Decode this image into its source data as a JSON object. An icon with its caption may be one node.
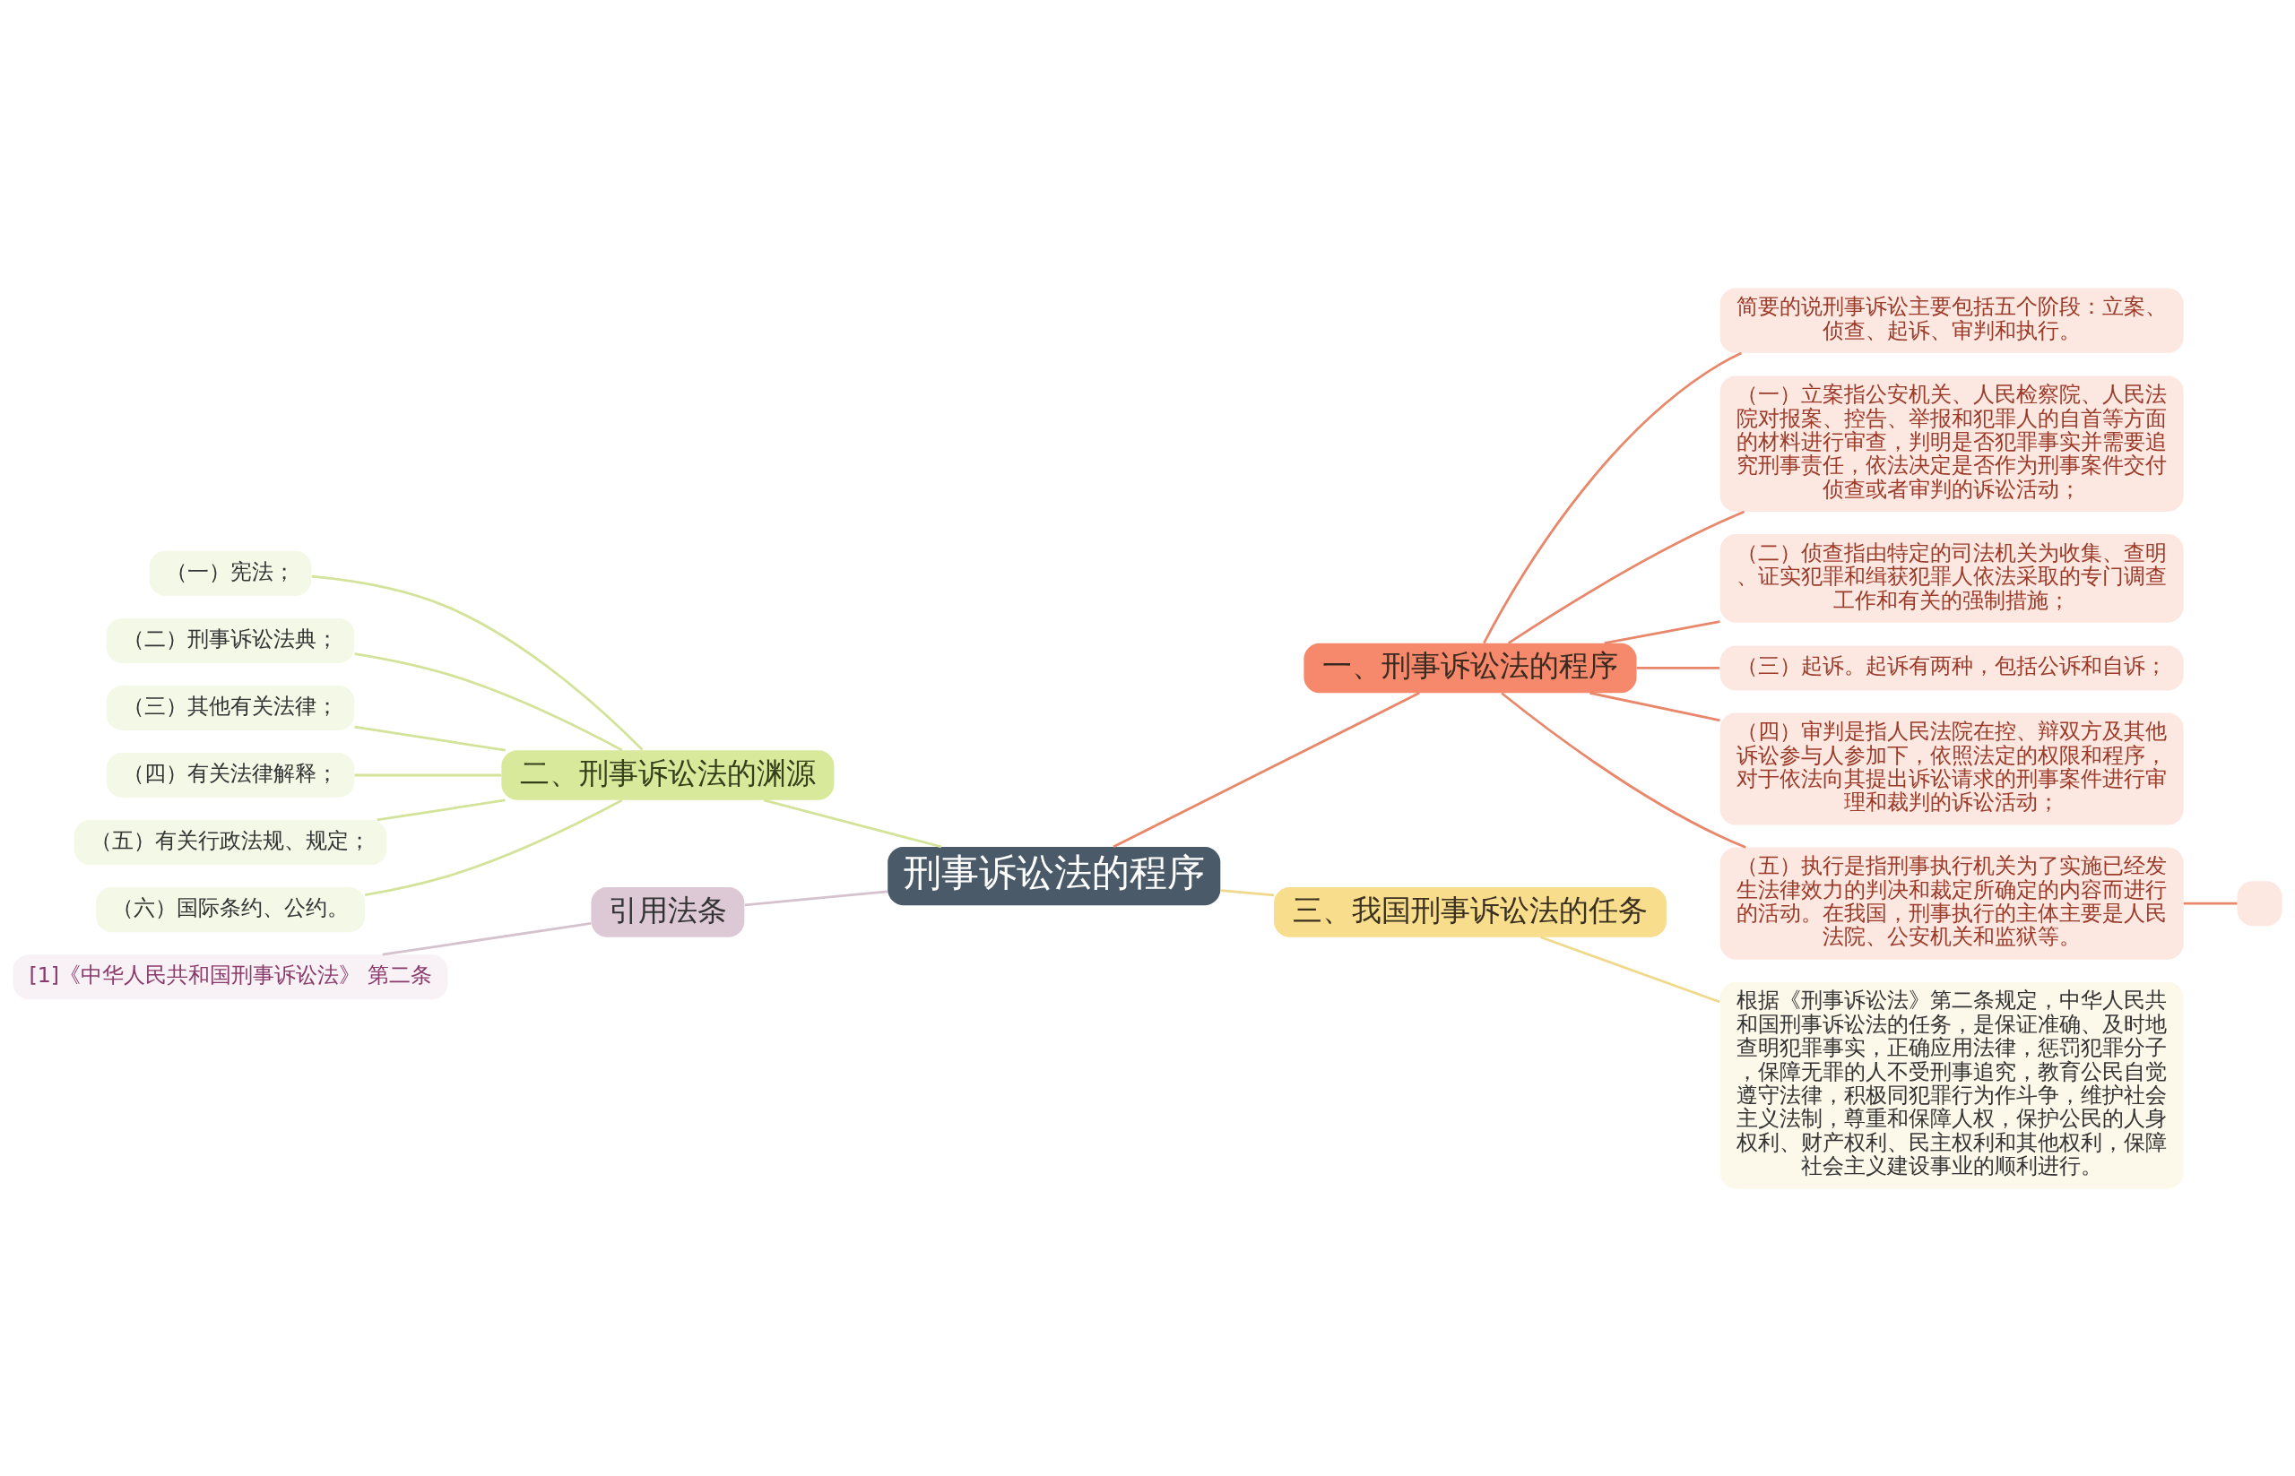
{
  "diagram": {
    "nodes": [
      {
        "text": [
          "刑事诉讼法的程序"
        ]
      },
      {
        "text": [
          "一、刑事诉讼法的程序"
        ]
      },
      {
        "text": [
          "简要的说刑事诉讼主要包括五个阶段：立案、侦查、起诉、审判和执行。"
        ]
      },
      {
        "text": [
          "（一）立案指公安机关、人民检察院、人民法院对报案、控告、举报和犯罪人的自首等方面的材料进行审查，判明是否犯罪事实并需要追究刑事责任，依法决定是否作为刑事案件交付侦查或者审判的诉讼活动；"
        ]
      },
      {
        "text": [
          "（二）侦查指由特定的司法机关为收集、查明、证实犯罪和缉获犯罪人依法采取的专门调查工作和有关的强制措施；"
        ]
      },
      {
        "text": [
          "（三）起诉。起诉有两种，包括公诉和自诉；"
        ]
      },
      {
        "text": [
          "（四）审判是指人民法院在控、辩双方及其他诉讼参与人参加下，依照法定的权限和程序，对于依法向其提出诉讼请求的刑事案件进行审理和裁判的诉讼活动；"
        ]
      },
      {
        "text": [
          "（五）执行是指刑事执行机关为了实施已经发生法律效力的判决和裁定所确定的内容而进行的活动。在我国，刑事执行的主体主要是人民法院、公安机关和监狱等。"
        ]
      },
      {
        "text": [],
        "shape": "box"
      },
      {
        "text": [
          "三、我国刑事诉讼法的任务"
        ]
      },
      {
        "text": [
          "根据《刑事诉讼法》第二条规定，中华人民共和国刑事诉讼法的任务，是保证准确、及时地查明犯罪事实，正确应用法律，惩罚犯罪分子，保障无罪的人不受刑事追究，教育公民自觉遵守法律，积极同犯罪行为作斗争，维护社会主义法制，尊重和保障人权，保护公民的人身权利、财产权利、民主权利和其他权利，保障社会主义建设事业的顺利进行。"
        ]
      },
      {
        "text": [
          "二、刑事诉讼法的渊源"
        ]
      },
      {
        "text": [
          "（一）宪法；"
        ]
      },
      {
        "text": [
          "（二）刑事诉讼法典；"
        ]
      },
      {
        "text": [
          "（三）其他有关法律；"
        ]
      },
      {
        "text": [
          "（四）有关法律解释；"
        ]
      },
      {
        "text": [
          "（五）有关行政法规、规定；"
        ]
      },
      {
        "text": [
          "（六）国际条约、公约。"
        ]
      },
      {
        "text": [
          "引用法条"
        ]
      },
      {
        "text": [
          "[1]《中华人民共和国刑事诉讼法》 第二条"
        ]
      }
    ],
    "edges": [
      {
        "from": 0,
        "to": 1,
        "arrow": "none",
        "color": "#e8876a"
      },
      {
        "from": 1,
        "to": 2,
        "arrow": "none",
        "color": "#e8876a"
      },
      {
        "from": 1,
        "to": 3,
        "arrow": "none",
        "color": "#e8876a"
      },
      {
        "from": 1,
        "to": 4,
        "arrow": "none",
        "color": "#e8876a"
      },
      {
        "from": 1,
        "to": 5,
        "arrow": "none",
        "color": "#e8876a"
      },
      {
        "from": 1,
        "to": 6,
        "arrow": "none",
        "color": "#e8876a"
      },
      {
        "from": 1,
        "to": 7,
        "arrow": "none",
        "color": "#e8876a"
      },
      {
        "from": 7,
        "to": 8,
        "arrow": "none",
        "color": "#e8876a"
      },
      {
        "from": 0,
        "to": 9,
        "arrow": "none",
        "color": "#f0d98a"
      },
      {
        "from": 9,
        "to": 10,
        "arrow": "none",
        "color": "#f0d98a"
      },
      {
        "from": 0,
        "to": 11,
        "arrow": "none",
        "color": "#d3e39a"
      },
      {
        "from": 11,
        "to": 12,
        "arrow": "none",
        "color": "#d3e39a"
      },
      {
        "from": 11,
        "to": 13,
        "arrow": "none",
        "color": "#d3e39a"
      },
      {
        "from": 11,
        "to": 14,
        "arrow": "none",
        "color": "#d3e39a"
      },
      {
        "from": 11,
        "to": 15,
        "arrow": "none",
        "color": "#d3e39a"
      },
      {
        "from": 11,
        "to": 16,
        "arrow": "none",
        "color": "#d3e39a"
      },
      {
        "from": 11,
        "to": 17,
        "arrow": "none",
        "color": "#d3e39a"
      },
      {
        "from": 0,
        "to": 18,
        "arrow": "none",
        "color": "#d6c2cd"
      },
      {
        "from": 18,
        "to": 19,
        "arrow": "none",
        "color": "#d6c2cd"
      }
    ]
  }
}
